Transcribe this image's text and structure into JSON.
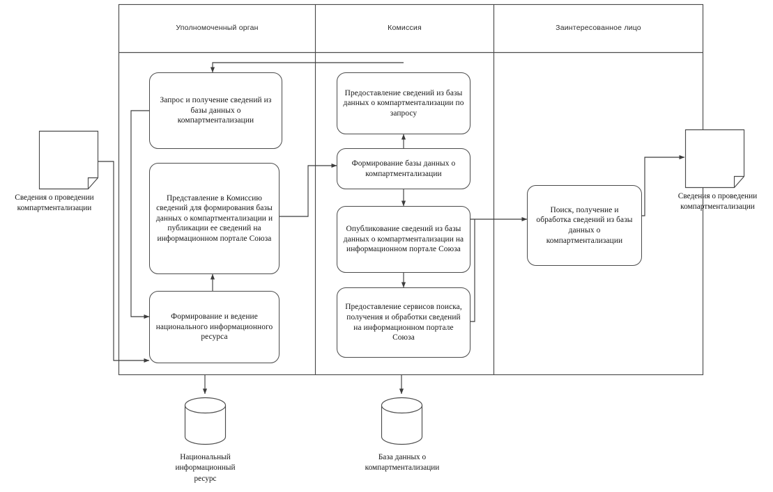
{
  "diagram": {
    "type": "swimlane-flowchart",
    "language": "ru",
    "title_visible": false,
    "stroke_color": "#4a4a4a",
    "text_color": "#141414",
    "background": "#ffffff"
  },
  "lanes": [
    {
      "id": "lane-authority",
      "label": "Уполномоченный орган"
    },
    {
      "id": "lane-commission",
      "label": "Комиссия"
    },
    {
      "id": "lane-person",
      "label": "Заинтересованное лицо"
    }
  ],
  "nodes": {
    "authority": [
      {
        "id": "a1",
        "label": "Запрос и получение сведений из базы данных о компартментализации"
      },
      {
        "id": "a2",
        "label": "Представление в Комиссию сведений для формирования базы данных  о компартментализации и публикации ее сведений на информационном портале Союза"
      },
      {
        "id": "a3",
        "label": "Формирование и ведение национального информационного ресурса"
      }
    ],
    "commission": [
      {
        "id": "c1",
        "label": "Предоставление сведений из базы данных о компартментализации по запросу"
      },
      {
        "id": "c2",
        "label": "Формирование базы данных  о компартментализации"
      },
      {
        "id": "c3",
        "label": "Опубликование сведений из базы данных  о компартментализации на информационном портале Союза"
      },
      {
        "id": "c4",
        "label": "Предоставление сервисов поиска, получения и обработки сведений на информационном портале Союза"
      }
    ],
    "person": [
      {
        "id": "p1",
        "label": "Поиск, получение и обработка сведений из базы данных  о компартментализации"
      }
    ]
  },
  "documents": [
    {
      "id": "doc-in",
      "label": "Сведения о проведении\nкомпартментализации"
    },
    {
      "id": "doc-out",
      "label": "Сведения о проведении\nкомпартментализации"
    }
  ],
  "datastores": [
    {
      "id": "db-national",
      "label": "Национальный\nинформационный\nресурс"
    },
    {
      "id": "db-compart",
      "label": "База данных  о\nкомпартментализации"
    }
  ]
}
